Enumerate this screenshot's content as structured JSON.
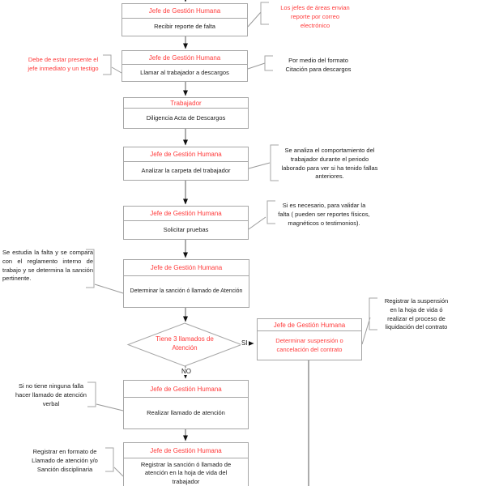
{
  "diagram": {
    "boxes": [
      {
        "actor": "Jefe de Gestión Humana",
        "action": "Recibir reporte de falta"
      },
      {
        "actor": "Jefe de Gestión Humana",
        "action": "Llamar al trabajador a descargos"
      },
      {
        "actor": "Trabajador",
        "action": "Diligencia Acta de Descargos"
      },
      {
        "actor": "Jefe de Gestión Humana",
        "action": "Analizar la carpeta del trabajador"
      },
      {
        "actor": "Jefe de Gestión Humana",
        "action": "Solicitar pruebas"
      },
      {
        "actor": "Jefe de Gestión Humana",
        "action": "Determinar la sanción ó llamado de Atención"
      },
      {
        "actor": "Jefe de Gestión Humana",
        "action": "Determinar suspensión o\ncancelación del contrato"
      },
      {
        "actor": "Jefe de Gestión Humana",
        "action": "Realizar llamado de atención"
      },
      {
        "actor": "Jefe de Gestión Humana",
        "action": "Registrar la sanción ó llamado de\natención en la hoja de vida del\ntrabajador"
      }
    ],
    "decision": {
      "question": "Tiene 3 llamados de\nAtención",
      "yes_label": "SI",
      "no_label": "NO"
    },
    "notes": {
      "reporte_correo": "Los jefes de áreas envian\nreporte por correo\nelectrónico",
      "testigo": "Debe de estar presente el\njefe inmediato y un testigo",
      "formato_citacion": "Por medio del formato\nCitación para descargos",
      "analiza_comportamiento": "Se analiza el comportamiento del\ntrabajador durante el periodo\nlaborado para ver si ha tenido fallas\nanteriores.",
      "validar_falta": "Si es necesario,  para validar la\nfalta ( pueden ser reportes físicos,\nmagnéticos o testimonios).",
      "estudia_falta": "Se estudia la falta y se compara con el reglamento interno de trabajo y se determina la sanción pertinente.",
      "registrar_suspension": "Registrar la suspensión\nen la hoja de vida ó\nrealizar el proceso de\nliquidación del contrato",
      "atencion_verbal": "Si no tiene ninguna falla\nhacer llamado de atención\nverbal",
      "registrar_formato": "Registrar en formato de\nLlamado de atención y/o\nSanción disciplinaria"
    }
  },
  "colors": {
    "accent_red": "#ff3b3b",
    "box_border": "#a6a6a6",
    "connector_dark": "#595959",
    "connector_light": "#9a9a9a",
    "arrowhead": "#111111",
    "text": "#1a1a1a"
  }
}
